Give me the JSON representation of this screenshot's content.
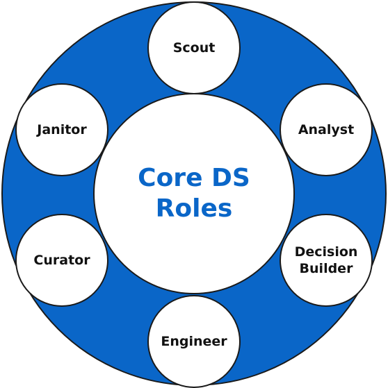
{
  "diagram": {
    "center": {
      "line1": "Core DS",
      "line2": "Roles"
    },
    "roles": [
      {
        "label": "Scout"
      },
      {
        "label": "Analyst"
      },
      {
        "label": "Decision Builder"
      },
      {
        "label": "Engineer"
      },
      {
        "label": "Curator"
      },
      {
        "label": "Janitor"
      }
    ]
  },
  "colors": {
    "ring": "#0a66c8",
    "center_text": "#0a66c8",
    "node_fill": "#ffffff",
    "node_text": "#111111"
  }
}
